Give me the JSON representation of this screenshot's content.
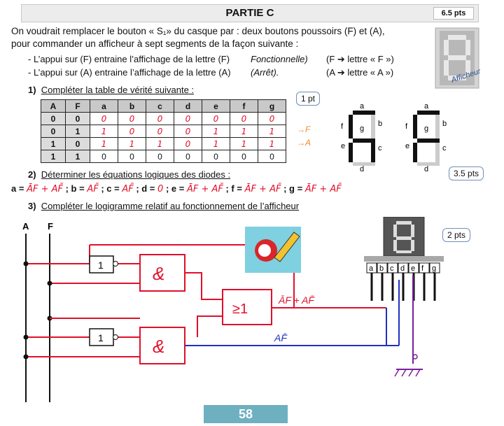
{
  "header": {
    "title": "PARTIE C",
    "points": "6.5 pts"
  },
  "intro": {
    "line1": "On voudrait remplacer le bouton « S₁» du casque par : deux boutons poussoirs (F) et (A),",
    "line2": "pour commander un afficheur à sept segments de la façon suivante :",
    "bullet1_a": "- L’appui sur (F) entraine l’affichage de la lettre (F)",
    "bullet1_b": "Fonctionnelle)",
    "bullet1_c": "(F ➔ lettre « F »)",
    "bullet2_a": "- L’appui sur (A) entraine l’affichage de la lettre (A)",
    "bullet2_b": "(Arrêt).",
    "bullet2_c": "(A ➔ lettre « A »)",
    "display_label": "Afficheur"
  },
  "q1": {
    "num": "1)",
    "text": "Compléter la table de vérité suivante :",
    "points": "1 pt"
  },
  "truth_table": {
    "headers": [
      "A",
      "F",
      "a",
      "b",
      "c",
      "d",
      "e",
      "f",
      "g"
    ],
    "rows": [
      [
        "0",
        "0",
        "0",
        "0",
        "0",
        "0",
        "0",
        "0",
        "0"
      ],
      [
        "0",
        "1",
        "1",
        "0",
        "0",
        "0",
        "1",
        "1",
        "1"
      ],
      [
        "1",
        "0",
        "1",
        "1",
        "1",
        "0",
        "1",
        "1",
        "1"
      ],
      [
        "1",
        "1",
        "0",
        "0",
        "0",
        "0",
        "0",
        "0",
        "0"
      ]
    ],
    "row_annotations": [
      "",
      "→F",
      "→A",
      ""
    ]
  },
  "segments": {
    "a": "a",
    "b": "b",
    "c": "c",
    "d": "d",
    "e": "e",
    "f": "f",
    "g": "g"
  },
  "q2": {
    "num": "2)",
    "text": "Déterminer les équations logiques des  diodes :",
    "points": "3.5 pts"
  },
  "equations": {
    "a_label": "a =",
    "a_value": "ĀF + AF̄",
    "b_label": "; b =",
    "b_value": "AF̄",
    "c_label": "; c =",
    "c_value": "AF̄",
    "d_label": "; d =",
    "d_value": "0",
    "e_label": "; e =",
    "e_value": "ĀF + AF̄",
    "f_label": "; f =",
    "f_value": "ĀF + AF̄",
    "g_label": "; g =",
    "g_value": "ĀF + AF̄"
  },
  "q3": {
    "num": "3)",
    "text": "Compléter le logigramme relatif au fonctionnement de l’afficheur",
    "points": "2 pts"
  },
  "logigram": {
    "input_a": "A",
    "input_f": "F",
    "not_label": "1",
    "and_label": "&",
    "or_label": "≥1",
    "out_or": "ĀF + AF̄",
    "out_and": "AF̄",
    "pins": [
      "a",
      "b",
      "c",
      "d",
      "e",
      "f",
      "g"
    ],
    "colors": {
      "wire_red": "#e0102a",
      "wire_blue": "#2030c0",
      "wire_black": "#111111",
      "ground": "#7a1fa0"
    }
  },
  "footer": {
    "page": "58"
  }
}
